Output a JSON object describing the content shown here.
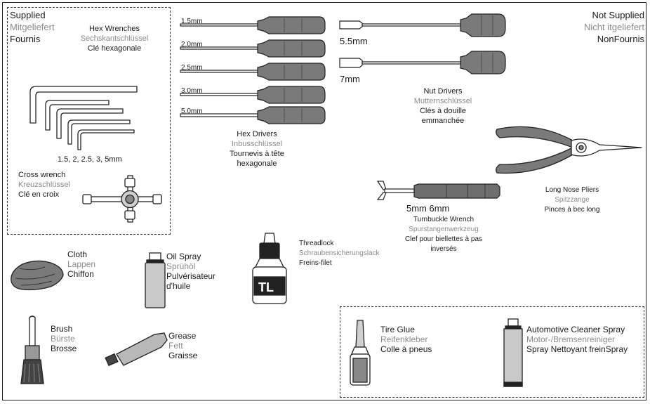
{
  "supplied": {
    "en": "Supplied",
    "de": "Mitgeliefert",
    "fr": "Fournis"
  },
  "not_supplied": {
    "en": "Not Supplied",
    "de": "Nicht itgeliefert",
    "fr": "NonFournis"
  },
  "hex_wrenches": {
    "en": "Hex Wrenches",
    "de": "Sechskantschlüssel",
    "fr": "Clé hexagonale",
    "sizes": "1.5, 2, 2.5, 3, 5mm"
  },
  "cross_wrench": {
    "en": "Cross wrench",
    "de": "Kreuzschlüssel",
    "fr": "Clé en croix"
  },
  "hex_drivers": {
    "en": "Hex Drivers",
    "de": "Inbusschlüssel",
    "fr1": "Tournevis à tête",
    "fr2": "hexagonale",
    "sizes": [
      "1.5mm",
      "2.0mm",
      "2.5mm",
      "3.0mm",
      "5.0mm"
    ]
  },
  "nut_drivers": {
    "en": "Nut Drivers",
    "de": "Mutternschlüssel",
    "fr1": "Clés à douille",
    "fr2": "emmanchée",
    "sizes": [
      "5.5mm",
      "7mm"
    ]
  },
  "pliers": {
    "en": "Long Nose Pliers",
    "de": "Spitzzange",
    "fr": "Pinces à bec long"
  },
  "turnbuckle": {
    "sizes": "5mm 6mm",
    "en": "Turnbuckle Wrench",
    "de": "Spurstangenwerkzeug",
    "fr1": "Clef pour biellettes à pas",
    "fr2": "inversés"
  },
  "threadlock": {
    "en": "Threadlock",
    "de": "Schraubensicherungslack",
    "fr": "Freins-filet",
    "bottle_label": "TL"
  },
  "cloth": {
    "en": "Cloth",
    "de": "Lappen",
    "fr": "Chiffon"
  },
  "oil_spray": {
    "en": "Oil Spray",
    "de": "Sprühöl",
    "fr1": "Pulvérisateur",
    "fr2": "d'huile"
  },
  "brush": {
    "en": "Brush",
    "de": "Bürste",
    "fr": "Brosse"
  },
  "grease": {
    "en": "Grease",
    "de": "Fett",
    "fr": "Graisse"
  },
  "tire_glue": {
    "en": "Tire Glue",
    "de": "Reifenkleber",
    "fr": "Colle à pneus"
  },
  "cleaner_spray": {
    "en": "Automotive Cleaner Spray",
    "de": "Motor-/Bremsenreiniger",
    "fr": "Spray Nettoyant freinSpray"
  }
}
